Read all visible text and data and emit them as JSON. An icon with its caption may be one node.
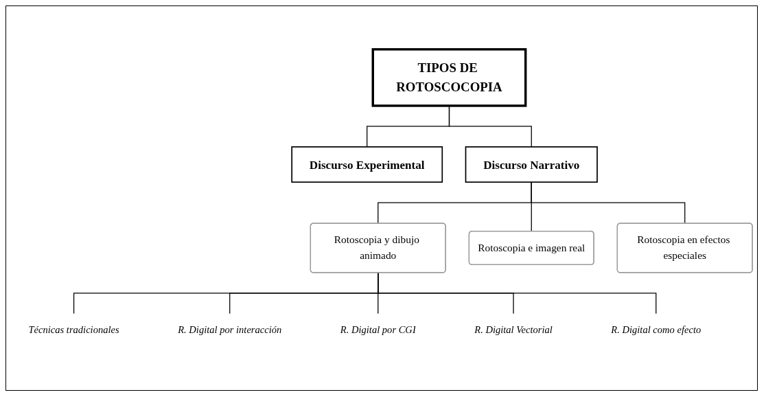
{
  "diagram": {
    "nodes": [
      {
        "text": [
          "TIPOS DE ROTOSCOCOPIA"
        ]
      },
      {
        "text": [
          "Discurso Experimental"
        ]
      },
      {
        "text": [
          "Discurso Narrativo"
        ]
      },
      {
        "text": [
          "Rotoscopia y dibujo animado"
        ]
      },
      {
        "text": [
          "Rotoscopia e imagen real"
        ]
      },
      {
        "text": [
          "Rotoscopia en efectos especiales"
        ]
      },
      {
        "text": [
          "Técnicas tradicionales"
        ]
      },
      {
        "text": [
          "R. Digital por interacción"
        ]
      },
      {
        "text": [
          "R. Digital por CGI"
        ]
      },
      {
        "text": [
          "R. Digital Vectorial"
        ]
      },
      {
        "text": [
          "R. Digital como efecto"
        ]
      }
    ],
    "edges": [
      {
        "from": 0,
        "to": 1,
        "arrow": "none"
      },
      {
        "from": 0,
        "to": 2,
        "arrow": "none"
      },
      {
        "from": 2,
        "to": 3,
        "arrow": "none"
      },
      {
        "from": 2,
        "to": 4,
        "arrow": "none"
      },
      {
        "from": 2,
        "to": 5,
        "arrow": "none"
      },
      {
        "from": 3,
        "to": 6,
        "arrow": "none"
      },
      {
        "from": 3,
        "to": 7,
        "arrow": "none"
      },
      {
        "from": 3,
        "to": 8,
        "arrow": "none"
      },
      {
        "from": 3,
        "to": 9,
        "arrow": "none"
      },
      {
        "from": 3,
        "to": 10,
        "arrow": "none"
      }
    ]
  }
}
